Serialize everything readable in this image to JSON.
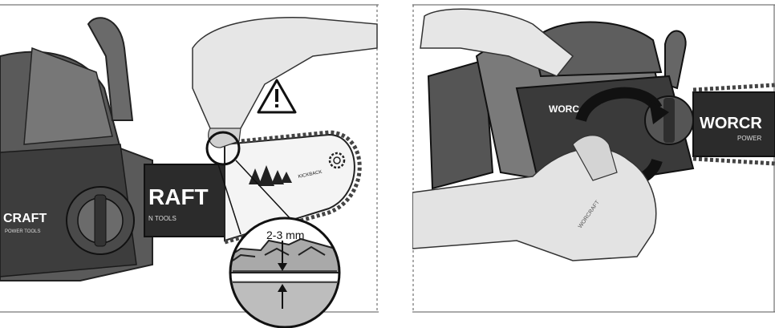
{
  "left_panel": {
    "bar_brand": "RAFT",
    "bar_sub": "N TOOLS",
    "body_brand": "CRAFT",
    "body_sub": "POWER TOOLS",
    "bar_small_label": "KICKBACK",
    "gap_label": "2-3 mm",
    "icons": [
      "warning-triangle-icon",
      "trees-icon",
      "gear-icon"
    ]
  },
  "right_panel": {
    "brand": "WORCR",
    "brand_sub": "POWER",
    "motor_brand": "WORC",
    "glove_text": "WORCRAFT",
    "icons": [
      "rotate-arrows-icon"
    ]
  },
  "colors": {
    "line": "#222222",
    "gray_dark": "#3a3a3a",
    "gray_mid": "#8c8c8c",
    "gray_light": "#d4d4d4"
  }
}
